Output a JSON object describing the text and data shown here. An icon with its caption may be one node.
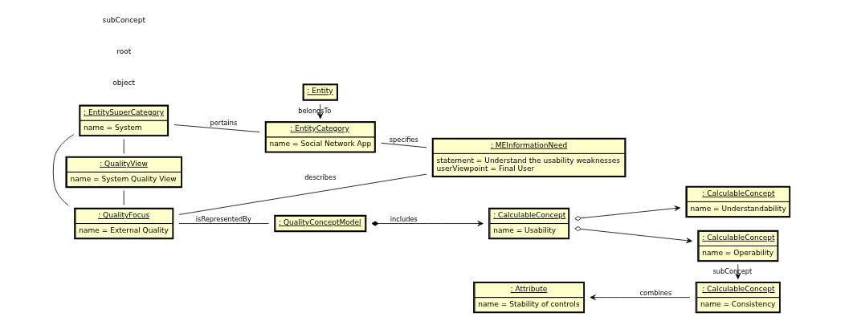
{
  "diagram": {
    "nodes": [
      {
        "text": [
          ": EntitySuperCategory",
          "name = System"
        ]
      },
      {
        "text": [
          ": EntityCategory",
          "name = Social Network App"
        ]
      },
      {
        "text": [
          ": MEInformationNeed",
          "statement = Understand the usability weaknesses",
          "userViewpoint = Final User"
        ]
      },
      {
        "text": [
          ": QualityView",
          "name = System Quality View"
        ]
      },
      {
        "text": [
          ": Entity"
        ]
      },
      {
        "text": [
          ": CalculableConcept",
          "name = Usability"
        ]
      },
      {
        "text": [
          ": QualityFocus",
          "name = External Quality"
        ]
      },
      {
        "text": [
          ": CalculableConcept",
          "name = Understandability"
        ]
      },
      {
        "text": [
          ": QualityConceptModel"
        ]
      },
      {
        "text": [
          ": CalculableConcept",
          "name = Operability"
        ]
      },
      {
        "text": [
          ": Attribute",
          "name = Stability of controls"
        ]
      },
      {
        "text": [
          ": CalculableConcept",
          "name = Consistency"
        ]
      }
    ],
    "edges": [
      {
        "from": 0,
        "to": 1,
        "arrow": "none",
        "label": "pertains"
      },
      {
        "from": 0,
        "to": 3,
        "arrow": "none"
      },
      {
        "from": 0,
        "to": 6,
        "arrow": "none"
      },
      {
        "from": 3,
        "to": 6,
        "arrow": "none"
      },
      {
        "from": 4,
        "to": 1,
        "arrow": "to",
        "label": "belongsTo"
      },
      {
        "from": 1,
        "to": 2,
        "arrow": "none",
        "label": "specifies"
      },
      {
        "from": 6,
        "to": 2,
        "arrow": "none",
        "label": "describes"
      },
      {
        "from": 6,
        "to": 8,
        "arrow": "none",
        "label": "isRepresentedBy"
      },
      {
        "from": 8,
        "to": 5,
        "arrow": "to",
        "label": "includes"
      },
      {
        "from": 5,
        "to": 7,
        "arrow": "to"
      },
      {
        "from": 5,
        "to": 9,
        "arrow": "to"
      },
      {
        "from": 9,
        "to": 11,
        "arrow": "to",
        "label": "subConcept"
      },
      {
        "from": 11,
        "to": 10,
        "arrow": "to",
        "label": "combines"
      }
    ],
    "labels": [
      "object",
      "root",
      "subConcept"
    ]
  }
}
